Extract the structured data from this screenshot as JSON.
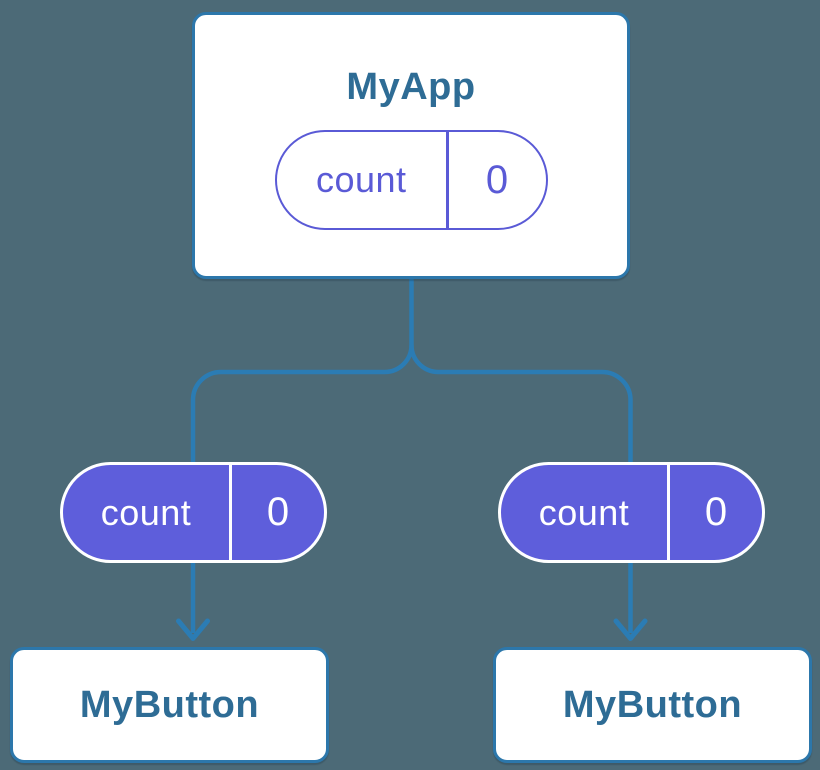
{
  "diagram": {
    "description": "Component tree showing state lifted to parent and passed to children",
    "root": {
      "title": "MyApp",
      "state": {
        "name": "count",
        "value": "0"
      }
    },
    "children": [
      {
        "title": "MyButton",
        "prop": {
          "name": "count",
          "value": "0"
        }
      },
      {
        "title": "MyButton",
        "prop": {
          "name": "count",
          "value": "0"
        }
      }
    ]
  },
  "colors": {
    "background": "#4C6A77",
    "connector_line": "#2B7CB4",
    "card_border": "#2C77AB",
    "card_background": "#FFFFFF",
    "title_text": "#2E6C95",
    "state_pill_outline": "#5A5AD6",
    "prop_pill_fill": "#5E5EDB",
    "prop_pill_text": "#FFFFFF"
  }
}
